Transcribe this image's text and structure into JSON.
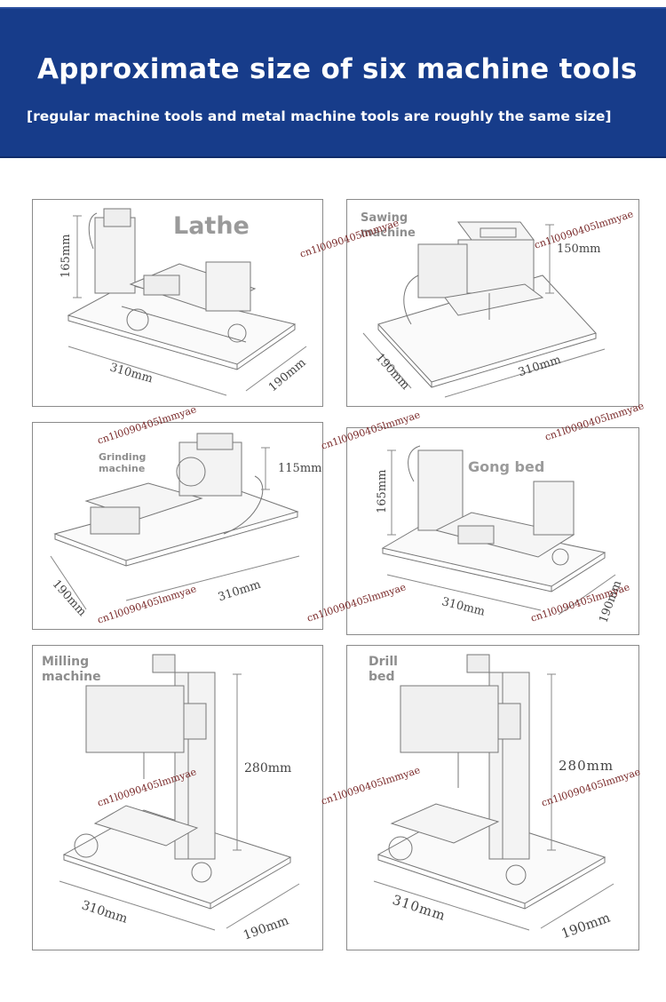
{
  "banner": {
    "title": "Approximate size of six machine tools",
    "subtitle": "[regular machine tools and metal machine tools are roughly the same size]"
  },
  "watermark": "cn1l0090405lmmyae",
  "panels": [
    {
      "name": "Lathe",
      "line1": "Lathe",
      "line2": "",
      "dims": {
        "height": "165mm",
        "length": "310mm",
        "width": "190mm"
      }
    },
    {
      "name": "Sawing machine",
      "line1": "Sawing",
      "line2": "machine",
      "dims": {
        "height": "150mm",
        "length": "310mm",
        "width": "190mm"
      }
    },
    {
      "name": "Grinding machine",
      "line1": "Grinding",
      "line2": "machine",
      "dims": {
        "height": "115mm",
        "length": "310mm",
        "width": "190mm"
      }
    },
    {
      "name": "Gong bed",
      "line1": "Gong bed",
      "line2": "",
      "dims": {
        "height": "165mm",
        "length": "310mm",
        "width": "190mm"
      }
    },
    {
      "name": "Milling machine",
      "line1": "Milling",
      "line2": "machine",
      "dims": {
        "height": "280mm",
        "length": "310mm",
        "width": "190mm"
      }
    },
    {
      "name": "Drill bed",
      "line1": "Drill",
      "line2": "bed",
      "dims": {
        "height": "280mm",
        "length": "310mm",
        "width": "190mm"
      }
    }
  ]
}
